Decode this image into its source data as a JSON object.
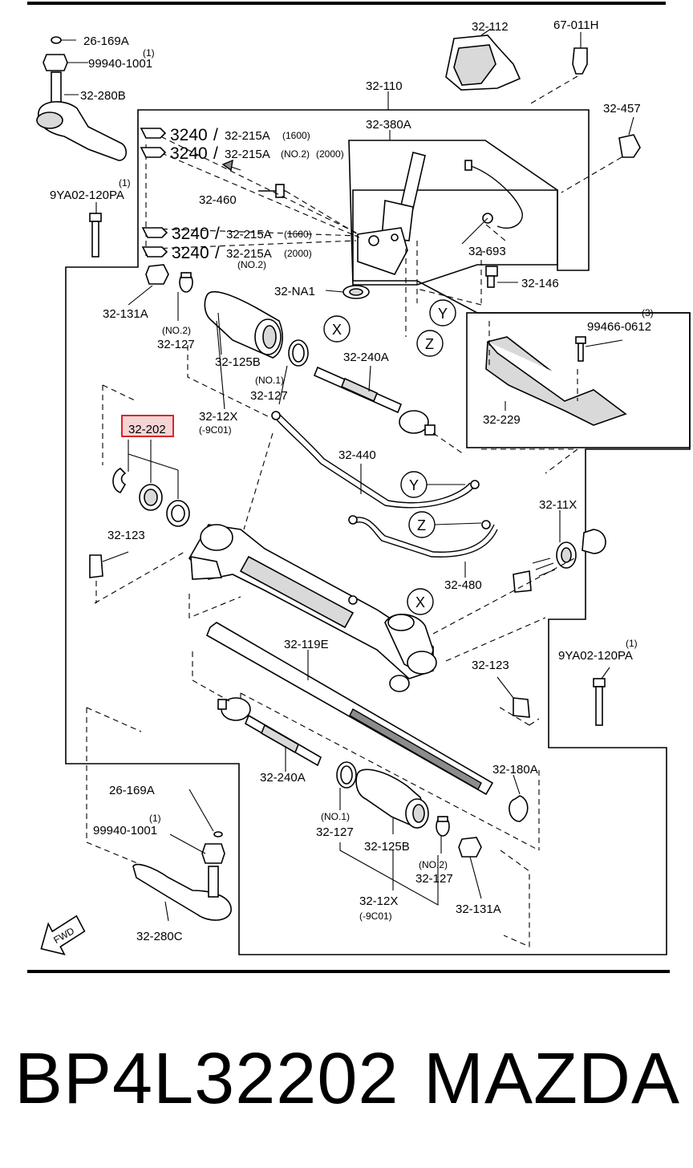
{
  "labels": {
    "l_26_169A_top": "26-169A",
    "l_one_a": "(1)",
    "l_99940_1001_top": "99940-1001",
    "l_32_280B": "32-280B",
    "l_one_b": "(1)",
    "l_9YA02_120PA_left": "9YA02-120PA",
    "l_32_112": "32-112",
    "l_67_011H": "67-011H",
    "l_32_110": "32-110",
    "l_32_380A": "32-380A",
    "l_32_457": "32-457",
    "l_torque_1": "3240",
    "l_part_1": "32-215A",
    "l_note_1": "(1600)",
    "l_torque_2": "3240",
    "l_part_2": "32-215A",
    "l_note_2": "(NO.2)",
    "l_note_2b": "(2000)",
    "l_torque_3": "3240",
    "l_part_3": "32-215A",
    "l_note_3": "(1600)",
    "l_torque_4": "3240",
    "l_part_4": "32-215A",
    "l_note_4": "(2000)",
    "l_note_4b": "(NO.2)",
    "l_slash": "/",
    "l_32_460": "32-460",
    "l_32_693": "32-693",
    "l_32_146": "32-146",
    "l_32_NA1": "32-NA1",
    "l_32_131A_top": "32-131A",
    "l_no2_top": "(NO.2)",
    "l_32_127_a": "32-127",
    "l_32_125B_top": "32-125B",
    "l_no1_top": "(NO.1)",
    "l_32_127_b": "32-127",
    "l_32_240A_top": "32-240A",
    "l_32_12X_top": "32-12X",
    "l_9C01_top": "(-9C01)",
    "l_99466_0612": "99466-0612",
    "l_three": "(3)",
    "l_32_229": "32-229",
    "l_32_202": "32-202",
    "l_32_440": "32-440",
    "l_32_11X": "32-11X",
    "l_32_123_left": "32-123",
    "l_32_480": "32-480",
    "l_32_119E": "32-119E",
    "l_32_123_right": "32-123",
    "l_one_c": "(1)",
    "l_9YA02_120PA_right": "9YA02-120PA",
    "l_32_240A_bottom": "32-240A",
    "l_32_180A": "32-180A",
    "l_26_169A_bottom": "26-169A",
    "l_one_d": "(1)",
    "l_99940_1001_bottom": "99940-1001",
    "l_no1_bottom": "(NO.1)",
    "l_32_127_c": "32-127",
    "l_32_125B_bottom": "32-125B",
    "l_no2_bottom": "(NO.2)",
    "l_32_127_d": "32-127",
    "l_32_12X_bottom": "32-12X",
    "l_9C01_bottom": "(-9C01)",
    "l_32_131A_bottom": "32-131A",
    "l_32_280C": "32-280C",
    "l_fwd": "FWD",
    "c_x1": "X",
    "c_y1": "Y",
    "c_z1": "Z",
    "c_y2": "Y",
    "c_z2": "Z",
    "c_x2": "X"
  },
  "highlight": {
    "part": "32-202",
    "color": "#d9262b"
  },
  "caption": {
    "part_number": "BP4L32202",
    "brand": "MAZDA"
  }
}
